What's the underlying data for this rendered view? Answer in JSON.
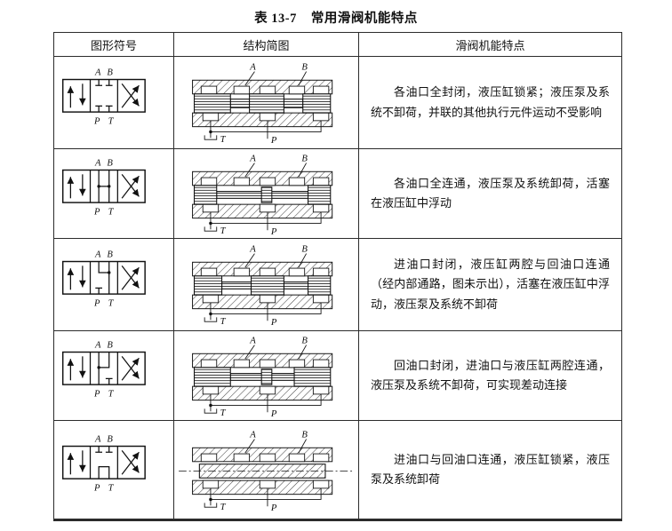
{
  "page": {
    "title_label": "表 13-7",
    "title_text": "常用滑阀机能特点",
    "colors": {
      "ink": "#111111",
      "table_line": "#2b2b2b",
      "background": "#ffffff"
    }
  },
  "table": {
    "headers": [
      "图形符号",
      "结构简图",
      "滑阀机能特点"
    ],
    "rows": [
      {
        "symbol_type": "O",
        "symbol_ports_top": [
          "A",
          "B"
        ],
        "symbol_ports_bottom": [
          "P",
          "T"
        ],
        "diagram_labels": {
          "a": "A",
          "b": "B",
          "p": "P",
          "t": "T"
        },
        "description": "各油口全封闭，液压缸锁紧；液压泵及系统不卸荷，并联的其他执行元件运动不受影响"
      },
      {
        "symbol_type": "H",
        "symbol_ports_top": [
          "A",
          "B"
        ],
        "symbol_ports_bottom": [
          "P",
          "T"
        ],
        "diagram_labels": {
          "a": "A",
          "b": "B",
          "p": "P",
          "t": "T"
        },
        "description": "各油口全连通，液压泵及系统卸荷，活塞在液压缸中浮动"
      },
      {
        "symbol_type": "Y",
        "symbol_ports_top": [
          "A",
          "B"
        ],
        "symbol_ports_bottom": [
          "P",
          "T"
        ],
        "diagram_labels": {
          "a": "A",
          "b": "B",
          "p": "P",
          "t": "T"
        },
        "description": "进油口封闭，液压缸两腔与回油口连通（经内部通路，图未示出），活塞在液压缸中浮动，液压泵及系统不卸荷"
      },
      {
        "symbol_type": "P",
        "symbol_ports_top": [
          "A",
          "B"
        ],
        "symbol_ports_bottom": [
          "P",
          "T"
        ],
        "diagram_labels": {
          "a": "A",
          "b": "B",
          "p": "P",
          "t": "T"
        },
        "description": "回油口封闭，进油口与液压缸两腔连通，液压泵及系统不卸荷，可实现差动连接"
      },
      {
        "symbol_type": "M",
        "symbol_ports_top": [
          "A",
          "B"
        ],
        "symbol_ports_bottom": [
          "P",
          "T"
        ],
        "diagram_labels": {
          "a": "A",
          "b": "B",
          "p": "P",
          "t": "T"
        },
        "description": "进油口与回油口连通，液压缸锁紧，液压泵及系统卸荷"
      }
    ]
  }
}
